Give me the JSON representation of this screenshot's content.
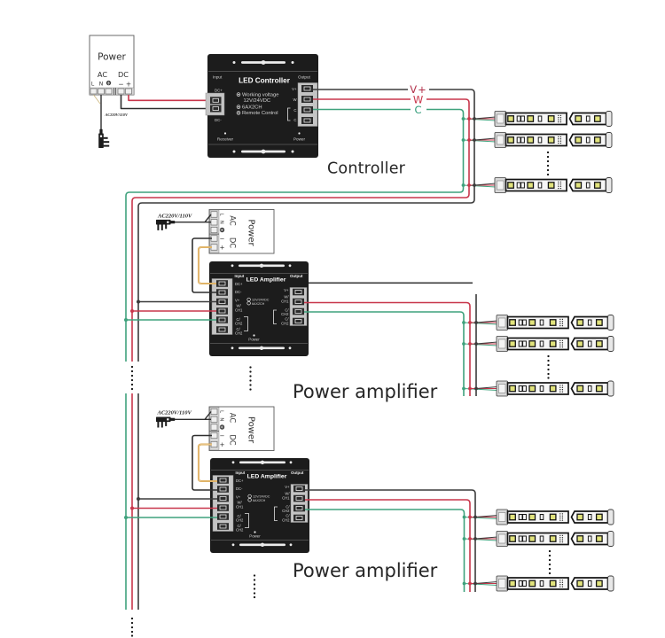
{
  "power_supply_main": {
    "title": "Power",
    "ac_label": "AC",
    "dc_label": "DC",
    "terminal_labels": [
      "L",
      "N",
      "−",
      "+"
    ],
    "plug_label": "AC220V/110V"
  },
  "controller": {
    "name": "LED Controller",
    "input_label": "Input",
    "output_label": "Output",
    "input_terminals": [
      "DC+",
      "DC-"
    ],
    "specs": [
      "Working voltage",
      "12V/24VDC",
      "6AX2CH",
      "Remote Control"
    ],
    "output_terminals": [
      "V+",
      "W",
      "C",
      "C"
    ],
    "receiver_label": "Receiver",
    "power_label": "Power",
    "caption": "Controller"
  },
  "output_bus": [
    {
      "label": "V+",
      "wire": "black"
    },
    {
      "label": "W",
      "wire": "red"
    },
    {
      "label": "C",
      "wire": "green"
    }
  ],
  "stages": [
    {
      "power_supply": {
        "title": "Power",
        "ac_label": "AC",
        "dc_label": "DC",
        "terminal_labels": [
          "L",
          "N",
          "−",
          "+"
        ],
        "plug_label": "AC220V/110V"
      },
      "amplifier": {
        "name": "LED Amplifier",
        "input_label": "Input",
        "output_label": "Output",
        "input_terminals": [
          {
            "lines": [
              "DC+"
            ]
          },
          {
            "lines": [
              "DC-"
            ]
          },
          {
            "lines": [
              "V+"
            ]
          },
          {
            "lines": [
              "W/",
              "CH1"
            ]
          },
          {
            "lines": [
              "C/",
              "CH2"
            ]
          },
          {
            "lines": [
              "C/",
              "CH2"
            ]
          }
        ],
        "specs": [
          "12V/24VDC",
          "6AX2CH"
        ],
        "output_terminals": [
          {
            "lines": [
              "V+"
            ]
          },
          {
            "lines": [
              "W/",
              "CH1"
            ]
          },
          {
            "lines": [
              "C/",
              "CH2"
            ]
          },
          {
            "lines": [
              "C/",
              "CH2"
            ]
          }
        ],
        "power_label": "Power"
      },
      "caption": "Power amplifier"
    },
    {
      "power_supply": {
        "title": "Power",
        "ac_label": "AC",
        "dc_label": "DC",
        "terminal_labels": [
          "L",
          "N",
          "−",
          "+"
        ],
        "plug_label": "AC220V/110V"
      },
      "amplifier": {
        "name": "LED Amplifier",
        "input_label": "Input",
        "output_label": "Output",
        "input_terminals": [
          {
            "lines": [
              "DC+"
            ]
          },
          {
            "lines": [
              "DC-"
            ]
          },
          {
            "lines": [
              "V+"
            ]
          },
          {
            "lines": [
              "W/",
              "CH1"
            ]
          },
          {
            "lines": [
              "C/",
              "CH2"
            ]
          },
          {
            "lines": [
              "C/",
              "CH2"
            ]
          }
        ],
        "specs": [
          "12V/24VDC",
          "6AX2CH"
        ],
        "output_terminals": [
          {
            "lines": [
              "V+"
            ]
          },
          {
            "lines": [
              "W/",
              "CH1"
            ]
          },
          {
            "lines": [
              "C/",
              "CH2"
            ]
          },
          {
            "lines": [
              "C/",
              "CH2"
            ]
          }
        ],
        "power_label": "Power"
      },
      "caption": "Power amplifier"
    }
  ],
  "led_strip_groups": [
    {
      "fed_by": "controller",
      "strips_shown": 3,
      "more_strips_indicated": true
    },
    {
      "fed_by": "power amplifier 1",
      "strips_shown": 3,
      "more_strips_indicated": true
    },
    {
      "fed_by": "power amplifier 2",
      "strips_shown": 3,
      "more_strips_indicated": true
    }
  ],
  "continuation": {
    "bus_continues": true,
    "more_amplifiers_indicated": true
  },
  "icons": {
    "ground": "ground-icon",
    "ac_plug": "ac-plug-icon",
    "spec_bullet": "spec-bullet-icon",
    "more_items": "vertical-ellipsis-icon"
  },
  "colors": {
    "wire_v_plus": "#3b3b3b",
    "wire_w": "#c8364b",
    "wire_c": "#3fa27d",
    "wire_dc_plus": "#d9a44e",
    "wire_dc_minus": "#2e2e2e",
    "label_v_plus": "#b22f49",
    "label_w": "#c8364b",
    "label_c": "#2f9b78",
    "device_body": "#1c1c1c",
    "led_chip": "#e1e37c"
  }
}
